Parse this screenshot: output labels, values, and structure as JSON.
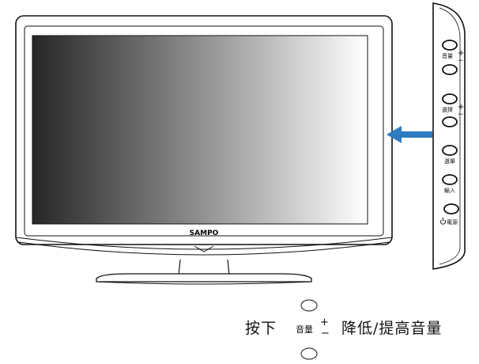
{
  "tv": {
    "brand": "SAMPO"
  },
  "side_panel": {
    "buttons": [
      {
        "label": "音量",
        "plus": "+",
        "minus": "−"
      },
      {
        "label": "選擇",
        "plus": "+",
        "minus": "−"
      },
      {
        "label": "選單"
      },
      {
        "label": "輸入"
      },
      {
        "label": "電源",
        "icon": "power-icon"
      }
    ]
  },
  "arrow": {
    "color": "#2e7bbf"
  },
  "instruction": {
    "prefix": "按下",
    "button_label": "音量",
    "plus": "+",
    "minus": "−",
    "suffix": "降低/提高音量"
  }
}
